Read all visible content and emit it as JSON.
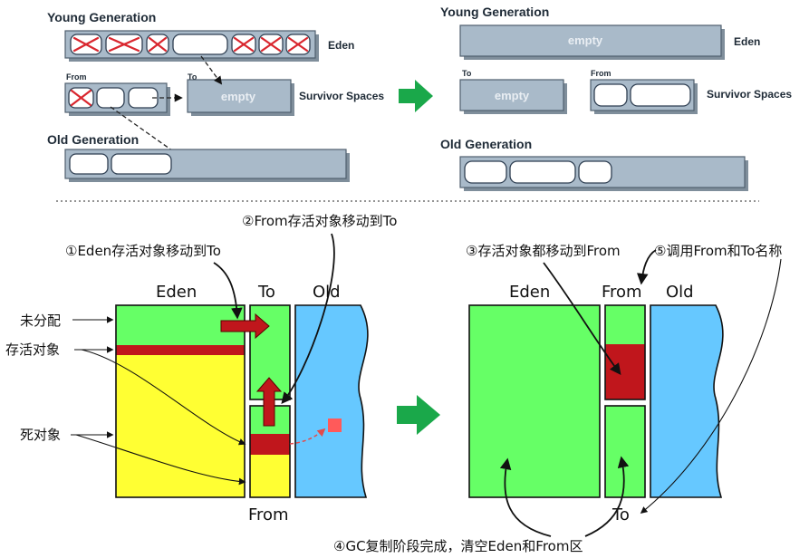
{
  "top_left": {
    "young_title": "Young Generation",
    "eden_label": "Eden",
    "from_label": "From",
    "to_label": "To",
    "to_content": "empty",
    "survivor_label": "Survivor Spaces",
    "old_title": "Old Generation"
  },
  "top_right": {
    "young_title": "Young Generation",
    "eden_content": "empty",
    "eden_label": "Eden",
    "to_label": "To",
    "from_label": "From",
    "to_content": "empty",
    "survivor_label": "Survivor Spaces",
    "old_title": "Old Generation"
  },
  "bottom": {
    "step1": "①Eden存活对象移动到To",
    "step2": "②From存活对象移动到To",
    "step3": "③存活对象都移动到From",
    "step4": "④GC复制阶段完成，清空Eden和From区",
    "step5": "⑤调用From和To名称",
    "legend_unallocated": "未分配",
    "legend_live": "存活对象",
    "legend_dead": "死对象",
    "left_eden": "Eden",
    "left_to": "To",
    "left_old": "Old",
    "left_from": "From",
    "right_eden": "Eden",
    "right_from": "From",
    "right_old": "Old",
    "right_to": "To"
  },
  "colors": {
    "unallocated": "#66ff66",
    "live": "#c0161c",
    "dead": "#ffff33",
    "old": "#66c8ff",
    "transition_arrow": "#1aa84a",
    "heap_bar": "#a9bac9"
  }
}
